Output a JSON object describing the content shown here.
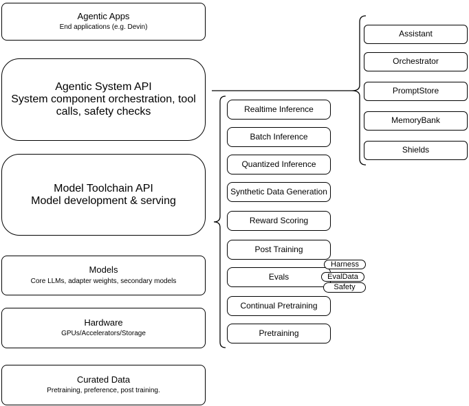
{
  "diagram": {
    "colors": {
      "stroke": "#000000",
      "node_background": "#ffffff",
      "canvas_background": "#ffffff",
      "text": "#000000"
    },
    "left_stack": [
      {
        "title": "Agentic Apps",
        "subtitle": "End applications (e.g. Devin)"
      },
      {
        "title": "Agentic System API",
        "subtitle": "System component orchestration, tool calls, safety checks"
      },
      {
        "title": "Model Toolchain API",
        "subtitle": "Model development & serving"
      },
      {
        "title": "Models",
        "subtitle": "Core LLMs, adapter weights, secondary models"
      },
      {
        "title": "Hardware",
        "subtitle": "GPUs/Accelerators/Storage"
      },
      {
        "title": "Curated Data",
        "subtitle": "Pretraining, preference, post training."
      }
    ],
    "toolchain_items": [
      "Realtime Inference",
      "Batch Inference",
      "Quantized Inference",
      "Synthetic Data Generation",
      "Reward Scoring",
      "Post Training",
      "Evals",
      "Continual Pretraining",
      "Pretraining"
    ],
    "evals_tags": [
      "Harness",
      "EvalData",
      "Safety"
    ],
    "system_components": [
      "Assistant",
      "Orchestrator",
      "PromptStore",
      "MemoryBank",
      "Shields"
    ]
  }
}
